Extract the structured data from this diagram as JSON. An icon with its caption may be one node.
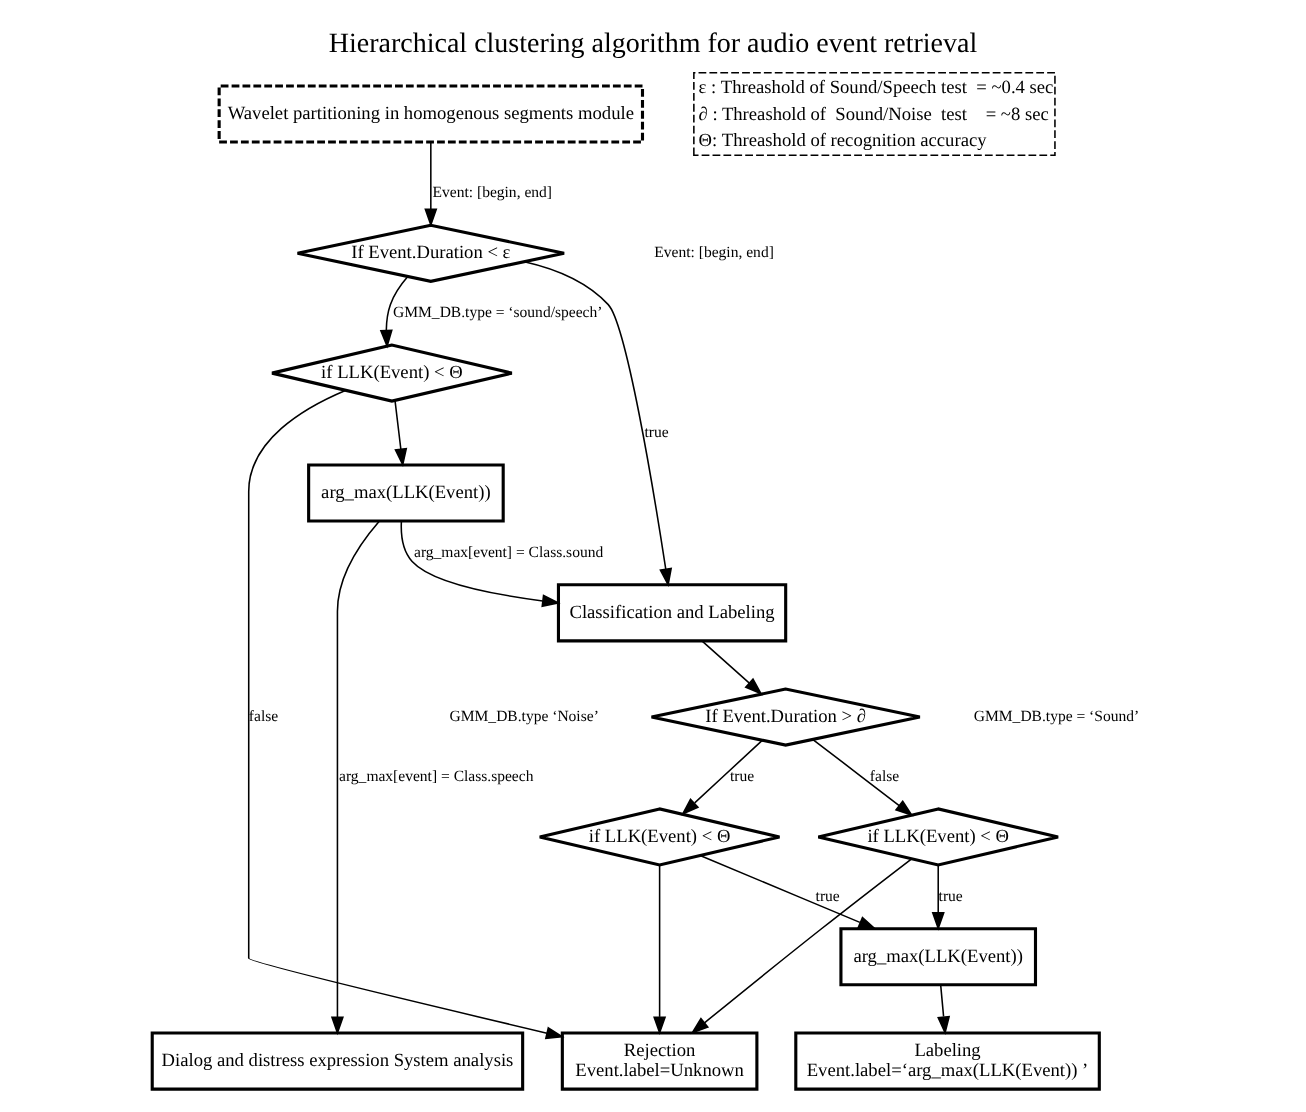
{
  "diagram": {
    "title": "Hierarchical clustering algorithm for audio event retrieval",
    "nodes": [
      {
        "text": [
          "Wavelet partitioning in homogenous segments module"
        ]
      },
      {
        "text": [
          "If Event.Duration < ε"
        ]
      },
      {
        "text": [
          "if LLK(Event) < Θ"
        ]
      },
      {
        "text": [
          "arg_max(LLK(Event))"
        ]
      },
      {
        "text": [
          "Classification and Labeling"
        ]
      },
      {
        "text": [
          "If Event.Duration > ∂"
        ]
      },
      {
        "text": [
          "if LLK(Event) < Θ"
        ]
      },
      {
        "text": [
          "if LLK(Event) < Θ"
        ]
      },
      {
        "text": [
          "arg_max(LLK(Event))"
        ]
      },
      {
        "text": [
          "Dialog and distress expression System analysis"
        ]
      },
      {
        "text": [
          "Rejection",
          "Event.label=Unknown"
        ]
      },
      {
        "text": [
          "Labeling",
          "Event.label=‘arg_max(LLK(Event)) ’"
        ]
      }
    ],
    "edges": [
      {
        "from": 0,
        "to": 1,
        "arrow": "to",
        "label": "Event: [begin, end]"
      },
      {
        "from": 1,
        "to": 4,
        "arrow": "to",
        "label": "true"
      },
      {
        "from": 1,
        "to": 2,
        "arrow": "to",
        "label": "GMM_DB.type = ‘sound/speech’"
      },
      {
        "from": 2,
        "to": 10,
        "arrow": "to",
        "label": "false"
      },
      {
        "from": 2,
        "to": 3,
        "arrow": "to"
      },
      {
        "from": 3,
        "to": 4,
        "arrow": "to",
        "label": "arg_max[event] = Class.sound"
      },
      {
        "from": 3,
        "to": 9,
        "arrow": "to",
        "label": "arg_max[event] = Class.speech"
      },
      {
        "from": 4,
        "to": 5,
        "arrow": "to"
      },
      {
        "from": 5,
        "to": 6,
        "arrow": "to",
        "label": "false"
      },
      {
        "from": 5,
        "to": 7,
        "arrow": "to",
        "label": "true"
      },
      {
        "from": 6,
        "to": 8,
        "arrow": "to",
        "label": "true"
      },
      {
        "from": 7,
        "to": 8,
        "arrow": "to",
        "label": "true"
      },
      {
        "from": 6,
        "to": 10,
        "arrow": "to"
      },
      {
        "from": 7,
        "to": 10,
        "arrow": "to"
      },
      {
        "from": 8,
        "to": 11,
        "arrow": "to"
      }
    ],
    "labels": [
      "ε : Threashold of Sound/Speech test  = ~0.4 sec",
      "∂ : Threashold of  Sound/Noise  test    = ~8 sec",
      "Θ: Threashold of recognition accuracy",
      "Event: [begin, end]",
      "GMM_DB.type = ‘Sound’",
      "GMM_DB.type ‘Noise’"
    ]
  }
}
